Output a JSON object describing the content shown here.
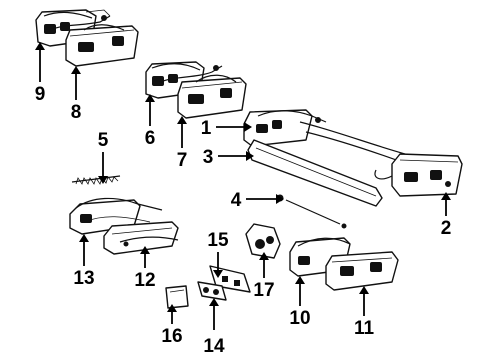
{
  "callouts": {
    "c1": "1",
    "c2": "2",
    "c3": "3",
    "c4": "4",
    "c5": "5",
    "c6": "6",
    "c7": "7",
    "c8": "8",
    "c9": "9",
    "c10": "10",
    "c11": "11",
    "c12": "12",
    "c13": "13",
    "c14": "14",
    "c15": "15",
    "c16": "16",
    "c17": "17"
  },
  "colors": {
    "ink": "#111111",
    "background": "#ffffff"
  }
}
